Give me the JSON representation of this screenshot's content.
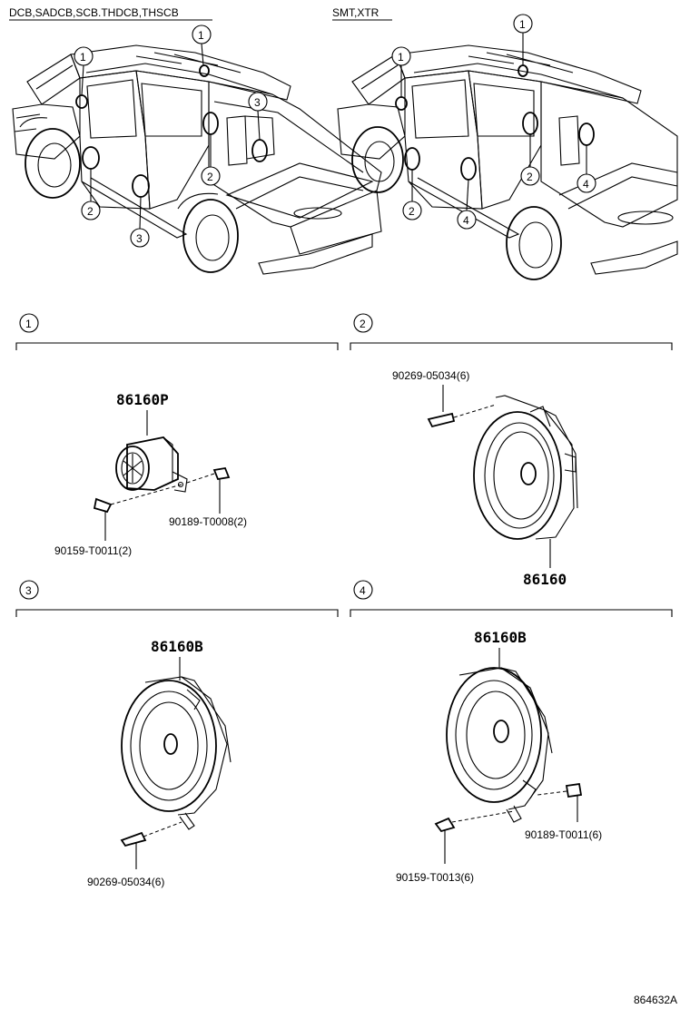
{
  "header": {
    "variant_left": "DCB,SADCB,SCB.THDCB,THSCB",
    "variant_right": "SMT,XTR"
  },
  "callouts": {
    "c1": "1",
    "c2": "2",
    "c3": "3",
    "c4": "4"
  },
  "sections": [
    {
      "index": "1",
      "parts": [
        {
          "code": "86160P"
        },
        {
          "code": "90189-T0008(2)"
        },
        {
          "code": "90159-T0011(2)"
        }
      ]
    },
    {
      "index": "2",
      "parts": [
        {
          "code": "90269-05034(6)"
        },
        {
          "code": "86160"
        }
      ]
    },
    {
      "index": "3",
      "parts": [
        {
          "code": "86160B"
        },
        {
          "code": "90269-05034(6)"
        }
      ]
    },
    {
      "index": "4",
      "parts": [
        {
          "code": "86160B"
        },
        {
          "code": "90189-T0011(6)"
        },
        {
          "code": "90159-T0013(6)"
        }
      ]
    }
  ],
  "footer": {
    "figure_id": "864632A"
  }
}
